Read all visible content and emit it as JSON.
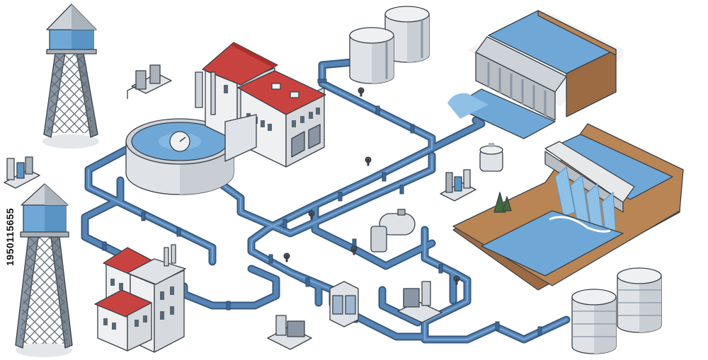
{
  "image_text": {
    "stock_id": "1950115655"
  },
  "palette": {
    "pipe": "#4d79a8",
    "pipe_dark": "#36597f",
    "water": "#6fa8d6",
    "water_light": "#8fc0e6",
    "roof_red": "#c8433f",
    "roof_red_dark": "#a8302d",
    "wall_light": "#eef0f2",
    "wall_mid": "#d6dade",
    "wall_dark": "#b8bec4",
    "earth": "#9c6b43",
    "earth_light": "#b98555",
    "tower_metal": "#8a96a3",
    "tank_body": "#dfe3e7",
    "tree": "#3f6a3a"
  },
  "components": {
    "water_towers": 2,
    "storage_tanks": 5,
    "dams": 2,
    "buildings": 2,
    "clarifier_tanks": 1,
    "pump_units": 5
  }
}
